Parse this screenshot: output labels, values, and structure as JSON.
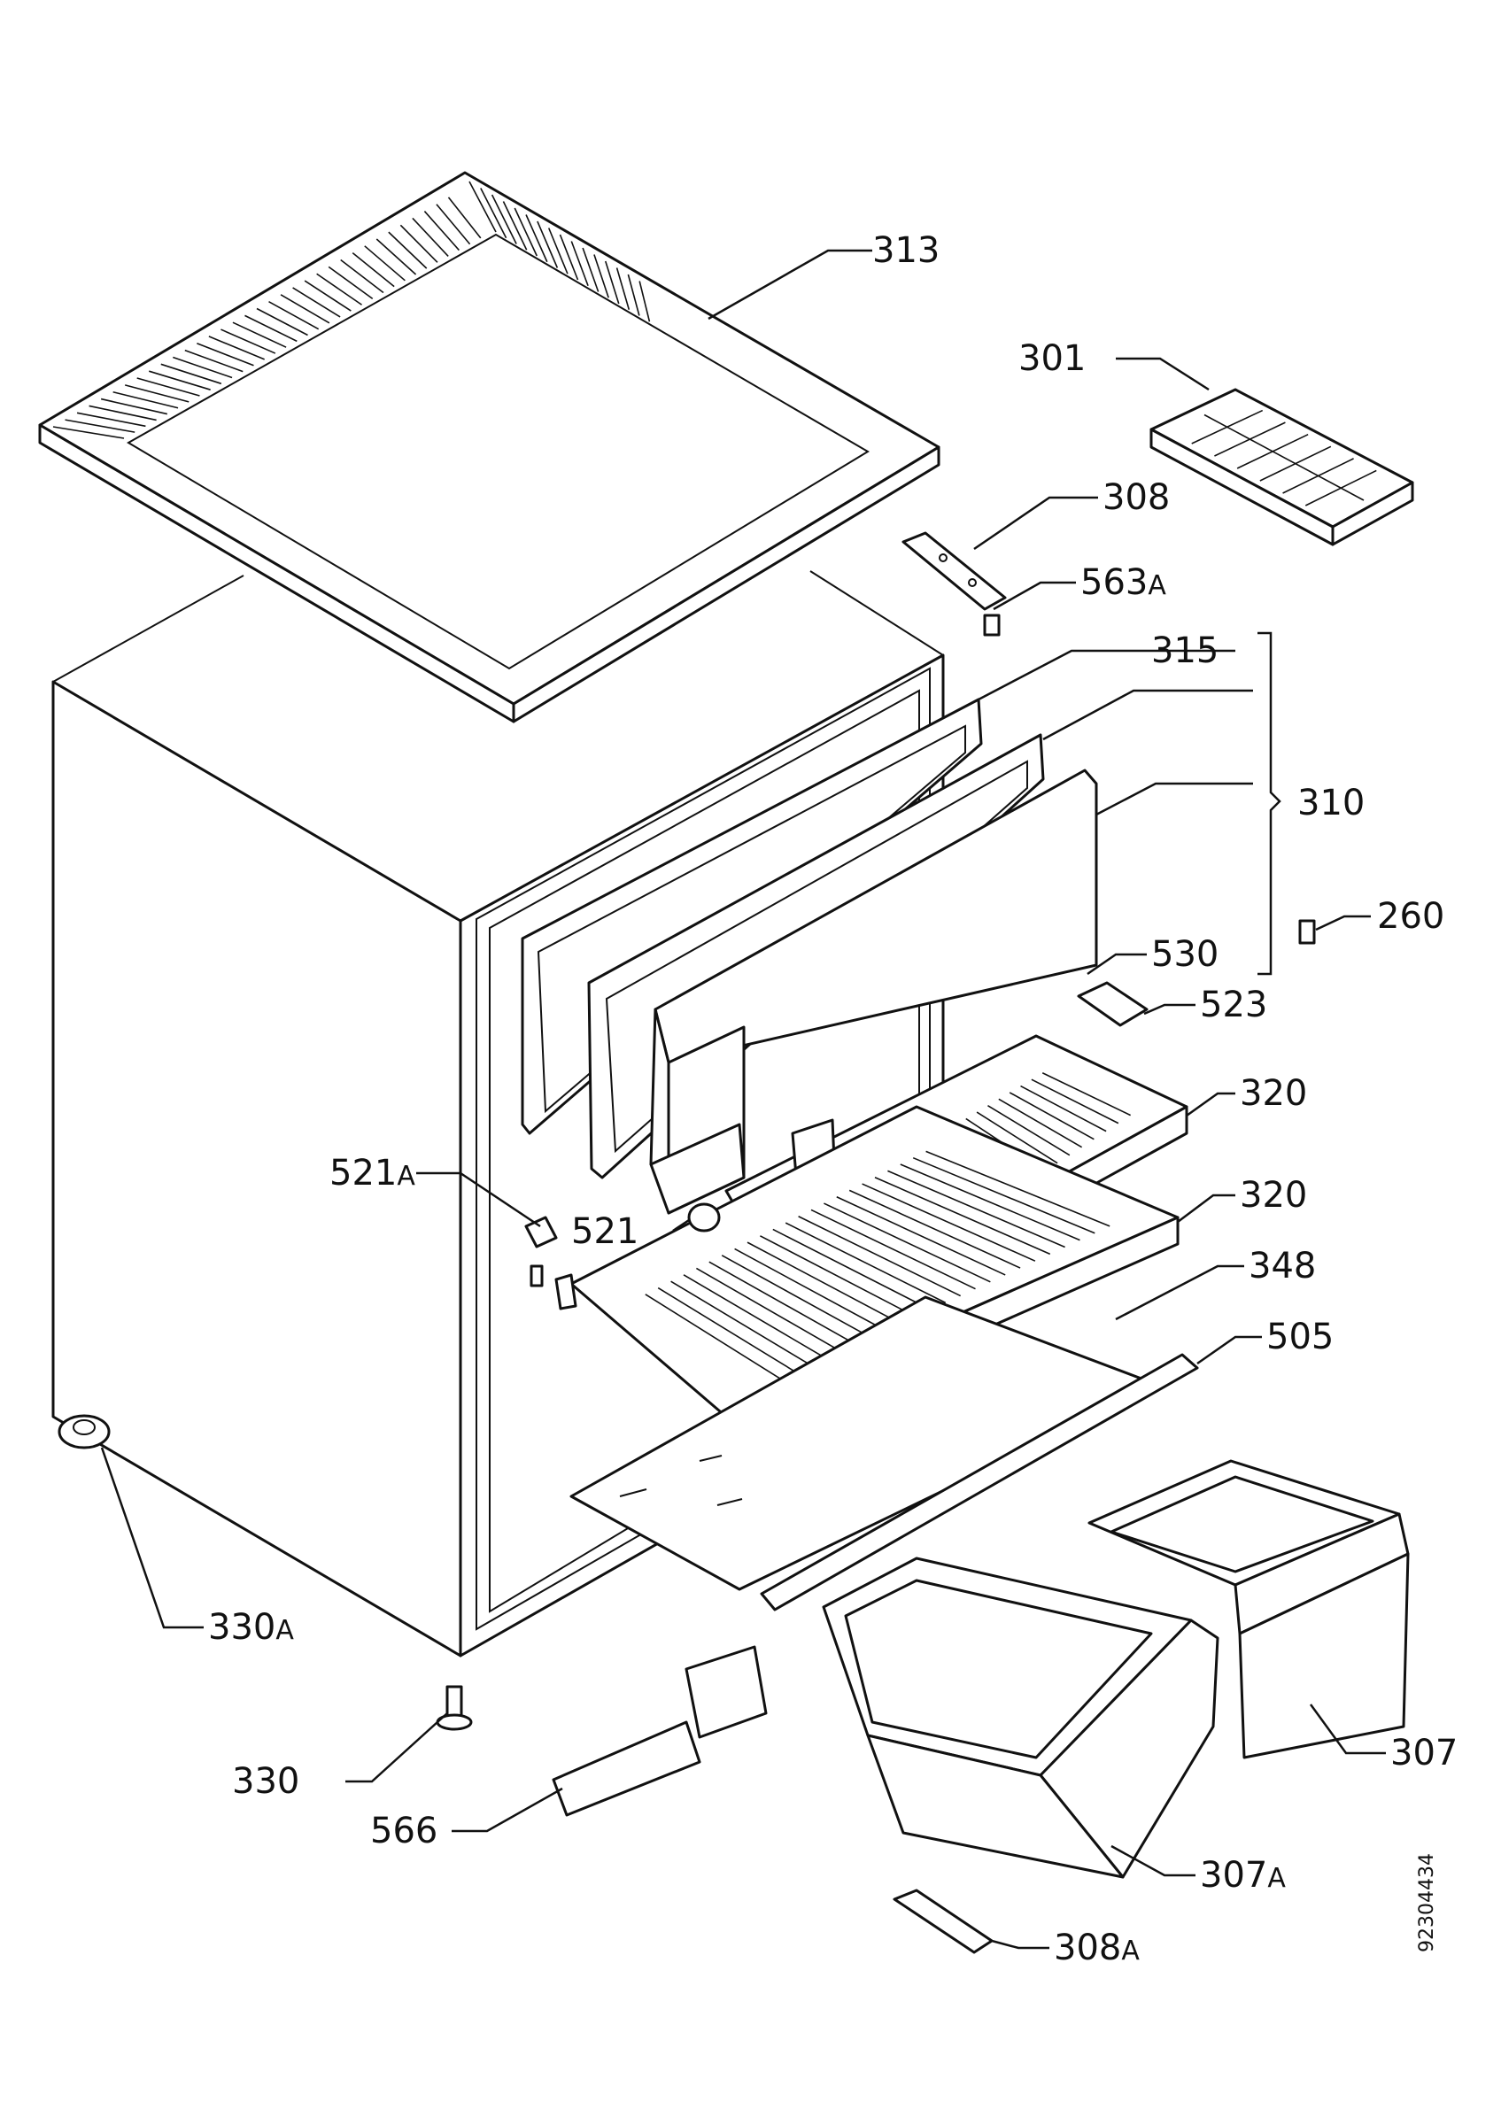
{
  "diagram": {
    "document_number": "92304434",
    "callouts": [
      {
        "id": "313",
        "num": "313",
        "suffix": ""
      },
      {
        "id": "301",
        "num": "301",
        "suffix": ""
      },
      {
        "id": "308",
        "num": "308",
        "suffix": ""
      },
      {
        "id": "563A",
        "num": "563",
        "suffix": "A"
      },
      {
        "id": "315",
        "num": "315",
        "suffix": ""
      },
      {
        "id": "310",
        "num": "310",
        "suffix": ""
      },
      {
        "id": "260",
        "num": "260",
        "suffix": ""
      },
      {
        "id": "530",
        "num": "530",
        "suffix": ""
      },
      {
        "id": "523",
        "num": "523",
        "suffix": ""
      },
      {
        "id": "320a",
        "num": "320",
        "suffix": ""
      },
      {
        "id": "521A",
        "num": "521",
        "suffix": "A"
      },
      {
        "id": "320b",
        "num": "320",
        "suffix": ""
      },
      {
        "id": "521",
        "num": "521",
        "suffix": ""
      },
      {
        "id": "348",
        "num": "348",
        "suffix": ""
      },
      {
        "id": "505",
        "num": "505",
        "suffix": ""
      },
      {
        "id": "330A",
        "num": "330",
        "suffix": "A"
      },
      {
        "id": "307",
        "num": "307",
        "suffix": ""
      },
      {
        "id": "330",
        "num": "330",
        "suffix": ""
      },
      {
        "id": "566",
        "num": "566",
        "suffix": ""
      },
      {
        "id": "307A",
        "num": "307",
        "suffix": "A"
      },
      {
        "id": "308A",
        "num": "308",
        "suffix": "A"
      }
    ]
  }
}
